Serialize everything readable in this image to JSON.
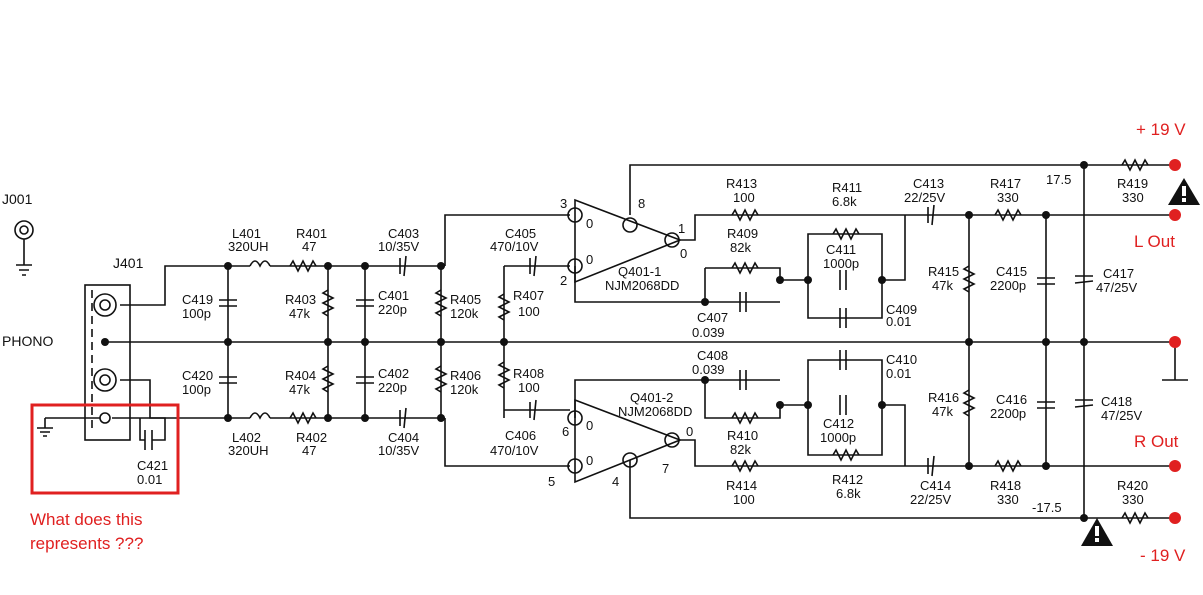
{
  "connectors": {
    "j001": "J001",
    "j401": "J401",
    "phono": "PHONO"
  },
  "question": {
    "line1": "What does this",
    "line2": "represents ???"
  },
  "rails": {
    "pos_label": "+ 19 V",
    "neg_label": "- 19 V",
    "pos_node": "17.5",
    "neg_node": "-17.5"
  },
  "outputs": {
    "left": "L Out",
    "right": "R Out"
  },
  "opamps": {
    "a": {
      "name": "Q401-1",
      "part": "NJM2068DD",
      "p3": "3",
      "p2": "2",
      "p8": "8",
      "p1": "1",
      "in_a": "0",
      "in_b": "0",
      "out": "0"
    },
    "b": {
      "name": "Q401-2",
      "part": "NJM2068DD",
      "p6": "6",
      "p5": "5",
      "p4": "4",
      "p7": "7",
      "in_a": "0",
      "in_b": "0",
      "out": "0"
    }
  },
  "components": {
    "L401": [
      "L401",
      "320UH"
    ],
    "L402": [
      "L402",
      "320UH"
    ],
    "R401": [
      "R401",
      "47"
    ],
    "R402": [
      "R402",
      "47"
    ],
    "R403": [
      "R403",
      "47k"
    ],
    "R404": [
      "R404",
      "47k"
    ],
    "R405": [
      "R405",
      "120k"
    ],
    "R406": [
      "R406",
      "120k"
    ],
    "R407": [
      "R407",
      "100"
    ],
    "R408": [
      "R408",
      "100"
    ],
    "R409": [
      "R409",
      "82k"
    ],
    "R410": [
      "R410",
      "82k"
    ],
    "R411": [
      "R411",
      "6.8k"
    ],
    "R412": [
      "R412",
      "6.8k"
    ],
    "R413": [
      "R413",
      "100"
    ],
    "R414": [
      "R414",
      "100"
    ],
    "R415": [
      "R415",
      "47k"
    ],
    "R416": [
      "R416",
      "47k"
    ],
    "R417": [
      "R417",
      "330"
    ],
    "R418": [
      "R418",
      "330"
    ],
    "R419": [
      "R419",
      "330"
    ],
    "R420": [
      "R420",
      "330"
    ],
    "C401": [
      "C401",
      "220p"
    ],
    "C402": [
      "C402",
      "220p"
    ],
    "C403": [
      "C403",
      "10/35V"
    ],
    "C404": [
      "C404",
      "10/35V"
    ],
    "C405": [
      "C405",
      "470/10V"
    ],
    "C406": [
      "C406",
      "470/10V"
    ],
    "C407": [
      "C407",
      "0.039"
    ],
    "C408": [
      "C408",
      "0.039"
    ],
    "C409": [
      "C409",
      "0.01"
    ],
    "C410": [
      "C410",
      "0.01"
    ],
    "C411": [
      "C411",
      "1000p"
    ],
    "C412": [
      "C412",
      "1000p"
    ],
    "C413": [
      "C413",
      "22/25V"
    ],
    "C414": [
      "C414",
      "22/25V"
    ],
    "C415": [
      "C415",
      "2200p"
    ],
    "C416": [
      "C416",
      "2200p"
    ],
    "C417": [
      "C417",
      "47/25V"
    ],
    "C418": [
      "C418",
      "47/25V"
    ],
    "C419": [
      "C419",
      "100p"
    ],
    "C420": [
      "C420",
      "100p"
    ],
    "C421": [
      "C421",
      "0.01"
    ]
  },
  "colors": {
    "wire": "#111111",
    "highlight": "#e02020"
  }
}
